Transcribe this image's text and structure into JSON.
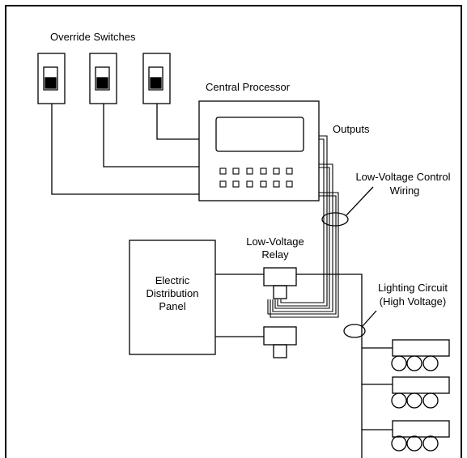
{
  "labels": {
    "override_switches": "Override Switches",
    "central_processor": "Central  Processor",
    "outputs": "Outputs",
    "low_voltage_control_wiring_1": "Low-Voltage Control",
    "low_voltage_control_wiring_2": "Wiring",
    "low_voltage_relay_1": "Low-Voltage",
    "low_voltage_relay_2": "Relay",
    "electric_panel_1": "Electric",
    "electric_panel_2": "Distribution",
    "electric_panel_3": "Panel",
    "lighting_circuit_1": "Lighting Circuit",
    "lighting_circuit_2": "(High Voltage)"
  }
}
